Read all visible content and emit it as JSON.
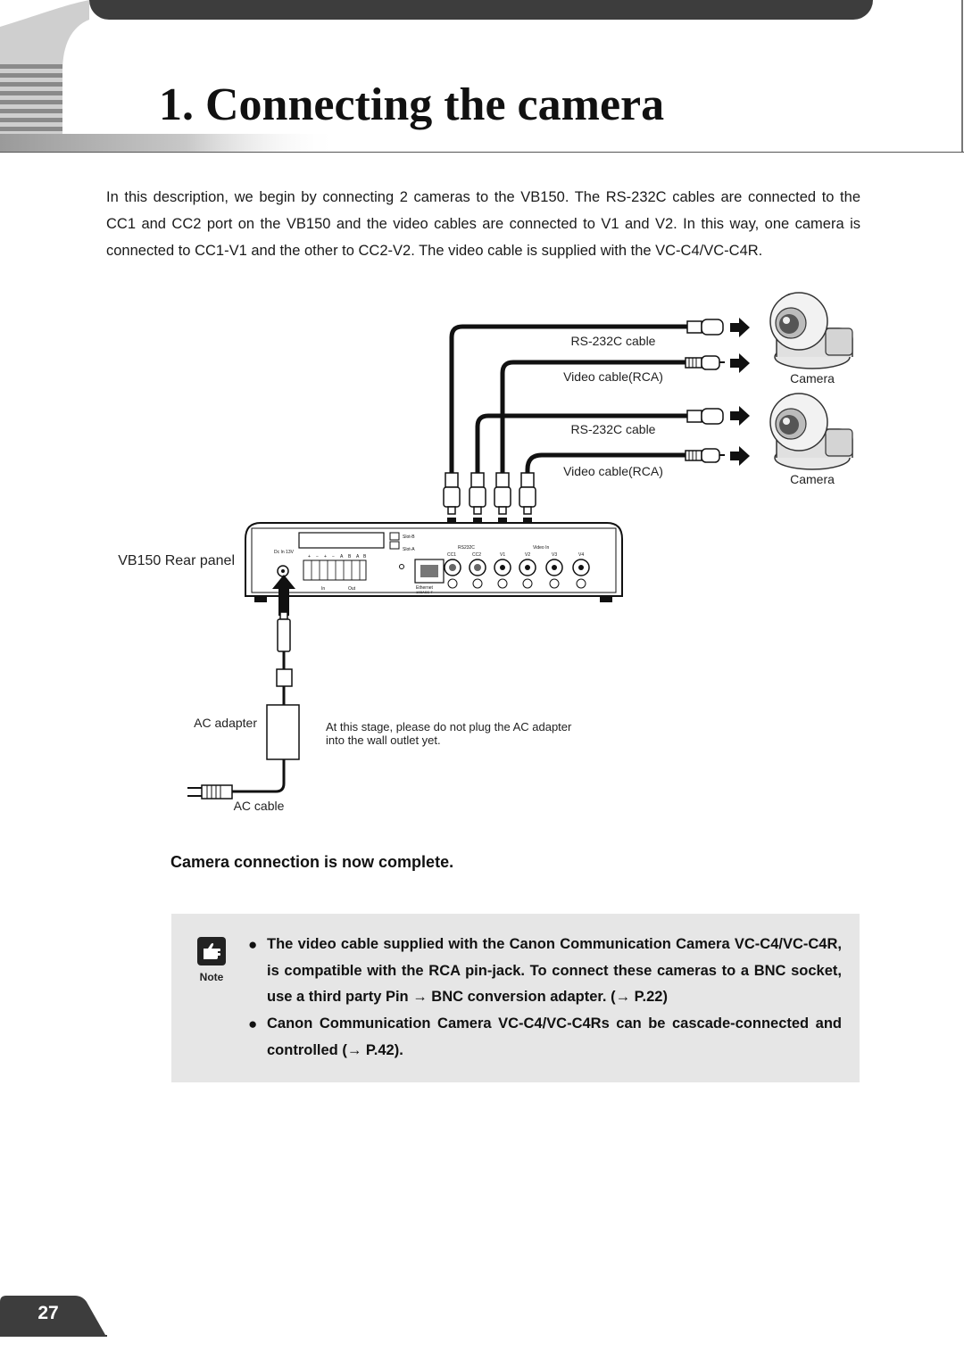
{
  "header": {
    "title": "1. Connecting the camera"
  },
  "intro": {
    "text": "In this description, we begin by connecting 2 cameras to the VB150. The RS-232C cables are connected to the CC1 and CC2 port on the VB150 and the video cables are connected to V1 and V2. In this way, one camera is connected to CC1-V1 and the other to CC2-V2. The video cable is supplied with the VC-C4/VC-C4R."
  },
  "diagram": {
    "cable_rs232_1": "RS-232C cable",
    "cable_video_1": "Video cable(RCA)",
    "cable_rs232_2": "RS-232C cable",
    "cable_video_2": "Video cable(RCA)",
    "camera_1": "Camera",
    "camera_2": "Camera",
    "rear_panel": "VB150 Rear panel",
    "ac_adapter": "AC adapter",
    "ac_cable": "AC cable",
    "caution_line1": "At this stage, please do not plug the AC adapter",
    "caution_line2": "into the wall outlet yet.",
    "panel": {
      "dc_in": "Dc In 13V",
      "slot_b": "Slot-B",
      "slot_a": "Slot-A",
      "rs232c": "RS232C",
      "video_in": "Video In",
      "cc1": "CC1",
      "cc2": "CC2",
      "v1": "V1",
      "v2": "V2",
      "v3": "V3",
      "v4": "V4",
      "in": "In",
      "out": "Out",
      "ethernet": "Ethernet",
      "ethernet_sub": "10BASE-T",
      "term_plus1": "+",
      "term_minus1": "−",
      "term_plus2": "+",
      "term_minus2": "−",
      "term_a1": "A",
      "term_b1": "B",
      "term_a2": "A",
      "term_b2": "B"
    }
  },
  "subheading": "Camera connection is now complete.",
  "note": {
    "label": "Note",
    "bullet_symbol": "●",
    "items": [
      "The video cable supplied with the Canon Communication Camera VC-C4/VC-C4R, is compatible with the RCA pin-jack. To connect these cameras to a BNC socket, use a third party Pin → BNC conversion adapter. (→ P.22)",
      "Canon Communication Camera VC-C4/VC-C4Rs can be cascade-connected and controlled (→ P.42)."
    ]
  },
  "footer": {
    "page_number": "27"
  },
  "colors": {
    "dark_bar": "#3d3d3d",
    "note_bg": "#e6e6e6",
    "text": "#1a1a1a"
  }
}
